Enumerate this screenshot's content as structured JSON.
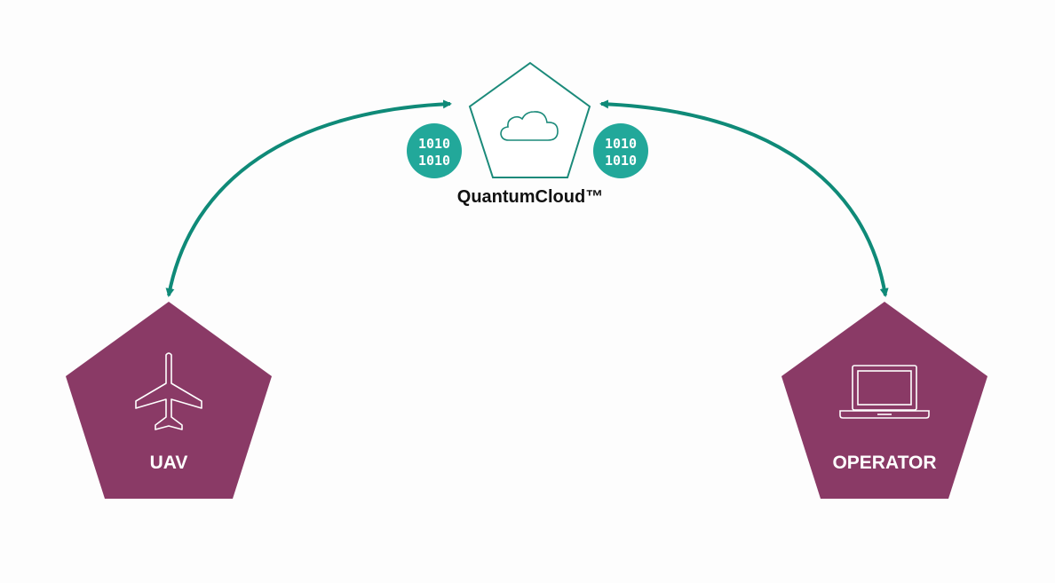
{
  "cloud": {
    "label": "QuantumCloud™",
    "icon": "cloud-icon",
    "binary_badges": [
      {
        "line1": "1010",
        "line2": "1010"
      },
      {
        "line1": "1010",
        "line2": "1010"
      }
    ]
  },
  "nodes": {
    "uav": {
      "label": "UAV",
      "icon": "airplane-icon"
    },
    "operator": {
      "label": "OPERATOR",
      "icon": "laptop-icon"
    }
  },
  "links": [
    {
      "from": "UAV",
      "to": "QuantumCloud™",
      "direction": "bidirectional"
    },
    {
      "from": "QuantumCloud™",
      "to": "OPERATOR",
      "direction": "bidirectional"
    }
  ],
  "colors": {
    "node_fill": "#8a3a66",
    "accent_teal": "#0f8a78",
    "badge_teal": "#22a89a",
    "cloud_stroke": "#1b8a7a"
  }
}
